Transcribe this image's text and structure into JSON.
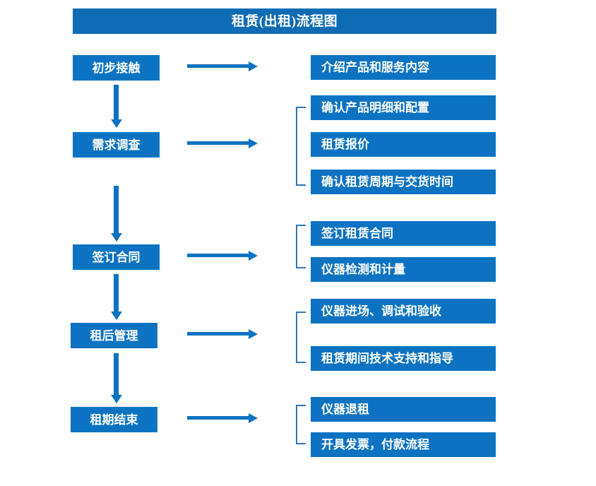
{
  "header": {
    "title": "租赁(出租)流程图"
  },
  "colors": {
    "title_bar": "#0f6cb4",
    "box_fill": "#0c73c2",
    "arrow": "#0c73c2",
    "bracket": "#2f77b8",
    "box_text": "#ffffff",
    "background": "#ffffff"
  },
  "stages": [
    {
      "label": "初步接触"
    },
    {
      "label": "需求调查"
    },
    {
      "label": "签订合同"
    },
    {
      "label": "租后管理"
    },
    {
      "label": "租期结束"
    }
  ],
  "details": [
    {
      "label": "介绍产品和服务内容"
    },
    {
      "label": "确认产品明细和配置"
    },
    {
      "label": "租赁报价"
    },
    {
      "label": "确认租赁周期与交货时间"
    },
    {
      "label": "签订租赁合同"
    },
    {
      "label": "仪器检测和计量"
    },
    {
      "label": "仪器进场、调试和验收"
    },
    {
      "label": "租赁期间技术支持和指导"
    },
    {
      "label": "仪器退租"
    },
    {
      "label": "开具发票，付款流程"
    }
  ],
  "groups": [
    {
      "stage": "需求调查",
      "items": [
        "确认产品明细和配置",
        "租赁报价",
        "确认租赁周期与交货时间"
      ]
    },
    {
      "stage": "签订合同",
      "items": [
        "签订租赁合同",
        "仪器检测和计量"
      ]
    },
    {
      "stage": "租后管理",
      "items": [
        "仪器进场、调试和验收",
        "租赁期间技术支持和指导"
      ]
    },
    {
      "stage": "租期结束",
      "items": [
        "仪器退租",
        "开具发票，付款流程"
      ]
    }
  ],
  "connectors": {
    "stage_to_stage": "downward-arrow",
    "stage_to_details": "rightward-arrow"
  }
}
